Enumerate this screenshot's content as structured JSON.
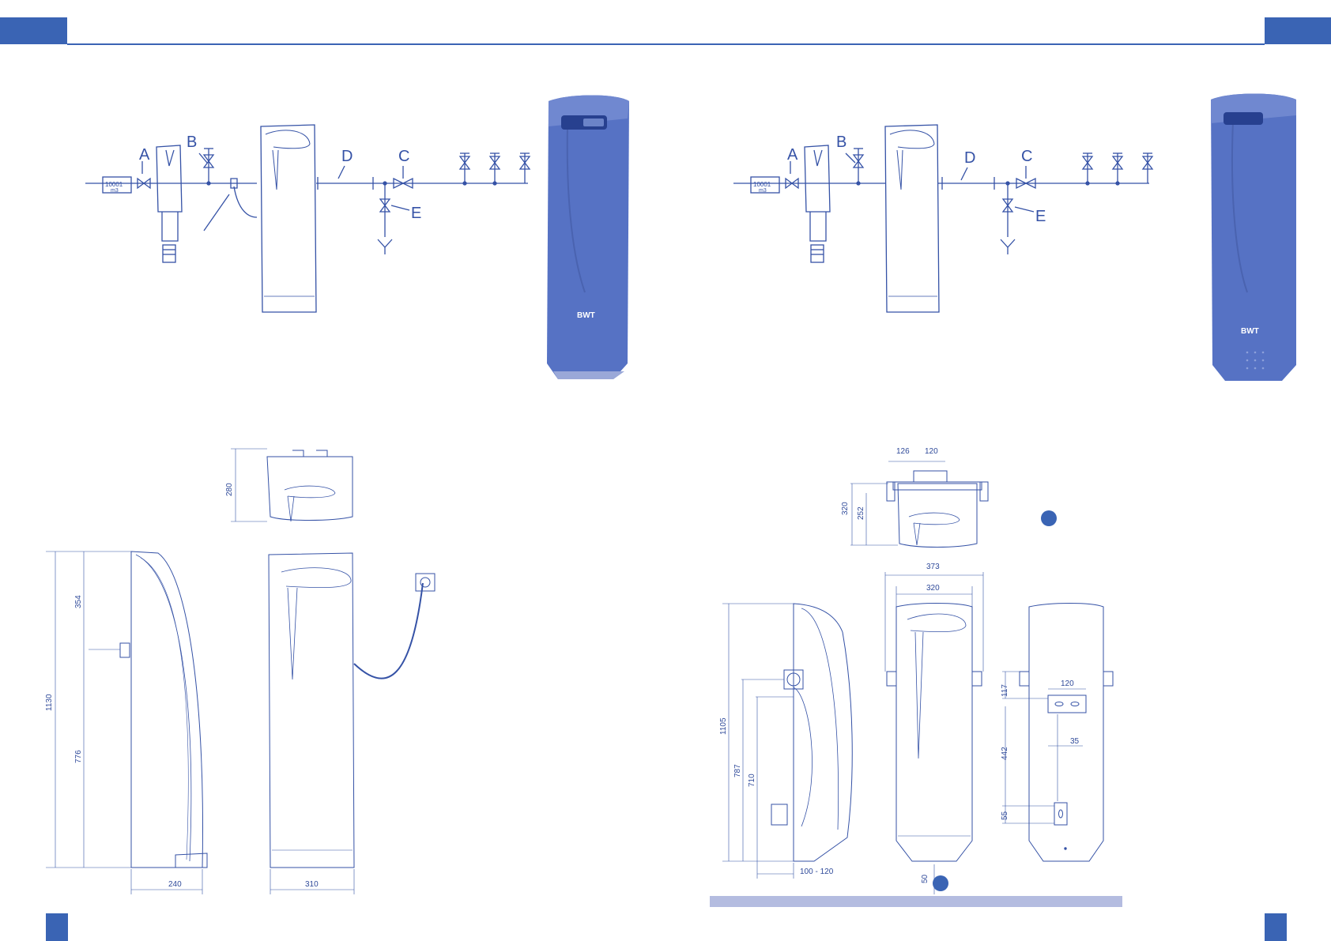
{
  "colors": {
    "accent": "#3a64b4",
    "line": "#3552a6",
    "device_fill": "#5672c4",
    "floor": "#b4bce0"
  },
  "brand": {
    "logo_text": "BWT"
  },
  "left_schematic": {
    "labels": {
      "A": "A",
      "B": "B",
      "C": "C",
      "D": "D",
      "E": "E"
    },
    "meter_text": [
      "10001",
      "m3"
    ]
  },
  "right_schematic": {
    "labels": {
      "A": "A",
      "B": "B",
      "C": "C",
      "D": "D",
      "E": "E"
    },
    "meter_text": [
      "10001",
      "m3"
    ]
  },
  "left_dimensions": {
    "top_depth": "280",
    "total_height": "1130",
    "upper": "354",
    "lower": "776",
    "depth": "240",
    "width": "310"
  },
  "right_dimensions": {
    "top_a": "126",
    "top_b": "120",
    "depth_total": "320",
    "depth_inner": "252",
    "width_outer": "373",
    "width_inner": "320",
    "height": "1105",
    "outlet_height": "787",
    "lower_height": "710",
    "wall_gap": "100 - 120",
    "floor_gap": "50",
    "bracket_top": "117",
    "bracket_width": "120",
    "bracket_gap": "442",
    "hole_offset": "35",
    "bracket_low": "55"
  }
}
